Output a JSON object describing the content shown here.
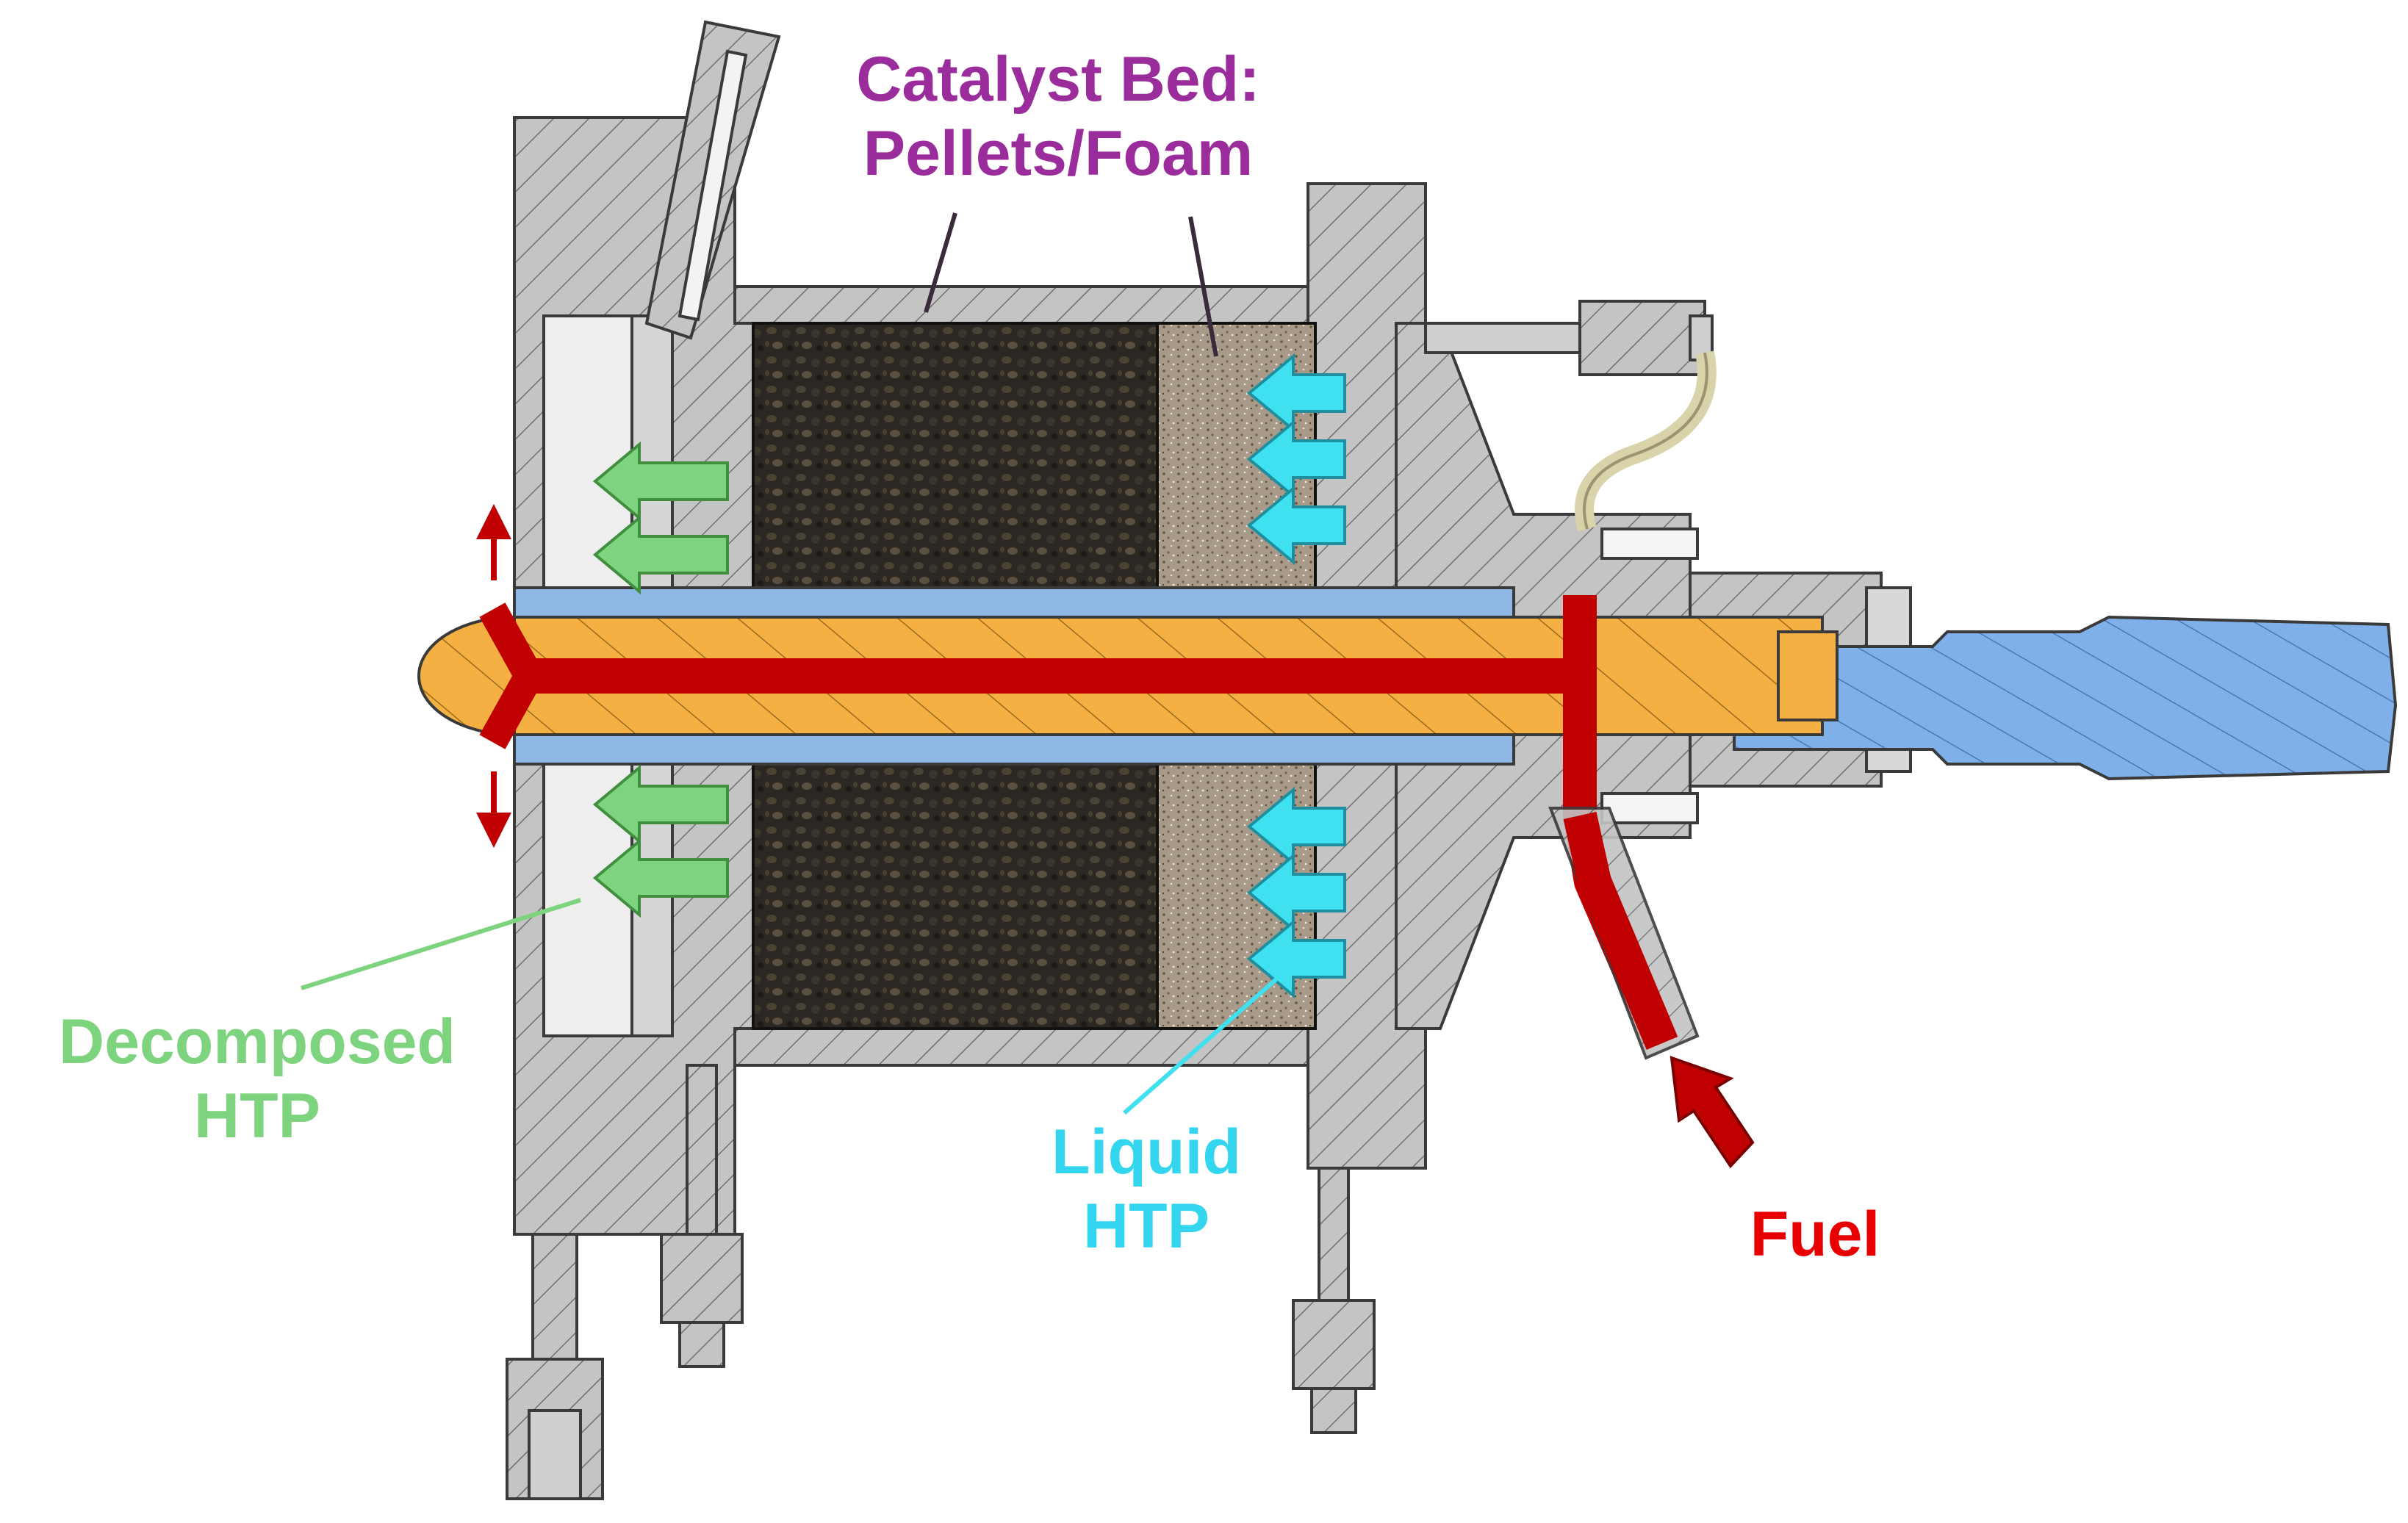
{
  "colors": {
    "background": "#ffffff",
    "housing": "#c4c4c4",
    "housing_dark": "#9a9a9a",
    "outline": "#3a3a3a",
    "hatch": "#6e6e6e",
    "pellets": "#2b2823",
    "foam": "#a89a88",
    "injector": "#f5b043",
    "fuel": "#c00000",
    "sleeve": "#8db8e6",
    "shaft": "#7fb0ea",
    "decomposed_arrow": "#7ed37e",
    "liquid_arrow": "#3fe0f0",
    "catalyst_label": "#9b2c9b",
    "decomposed_label": "#7ed37e",
    "liquid_label": "#33d6ee",
    "fuel_label": "#e80000"
  },
  "labels": {
    "catalyst_line1": "Catalyst Bed:",
    "catalyst_line2": "Pellets/Foam",
    "decomposed_line1": "Decomposed",
    "decomposed_line2": "HTP",
    "liquid_line1": "Liquid",
    "liquid_line2": "HTP",
    "fuel": "Fuel"
  }
}
